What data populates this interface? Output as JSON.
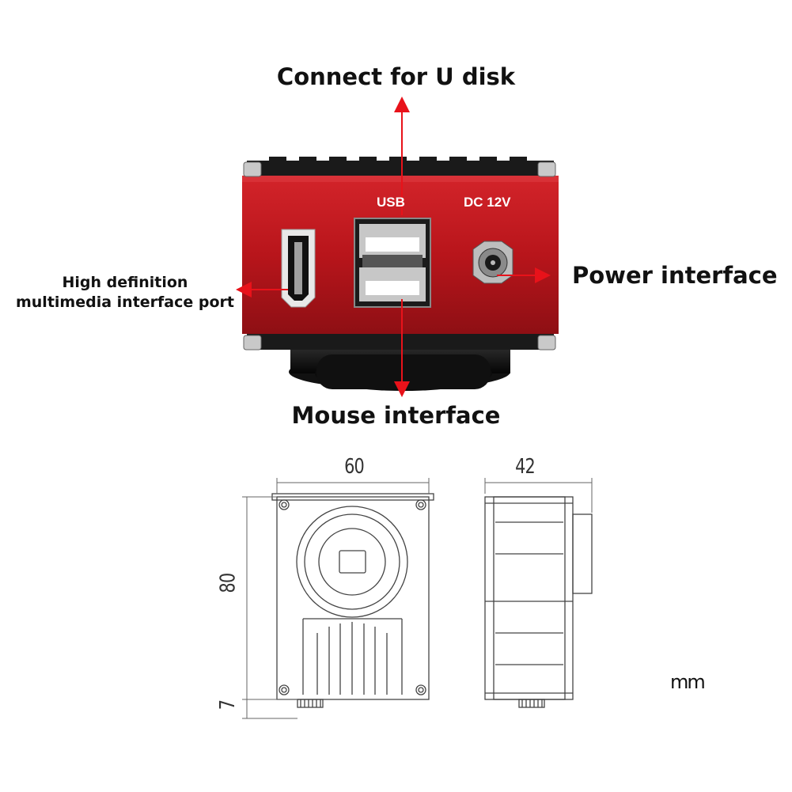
{
  "callouts": {
    "usb_disk": "Connect for U disk",
    "hdmi_line1": "High definition",
    "hdmi_line2": "multimedia interface port",
    "power": "Power interface",
    "mouse": "Mouse interface"
  },
  "port_labels": {
    "usb": "USB",
    "dc": "DC 12V"
  },
  "dimensions": {
    "width": "60",
    "depth": "42",
    "height": "80",
    "connector": "7",
    "unit": "mm"
  },
  "colors": {
    "housing_red": "#b8151b",
    "arrow_red": "#e8121a"
  }
}
